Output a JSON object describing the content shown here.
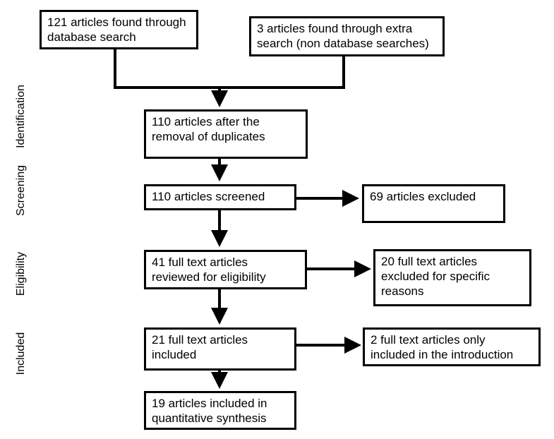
{
  "stages": {
    "identification": "Identification",
    "screening": "Screening",
    "eligibility": "Eligibility",
    "included": "Included"
  },
  "boxes": {
    "database_search": "121 articles found through\ndatabase search",
    "extra_search": "3 articles found through extra\nsearch (non database searches)",
    "after_duplicates": "110 articles after the\nremoval of duplicates",
    "screened": "110 articles screened",
    "excluded": "69 articles excluded",
    "full_text_reviewed": "41 full text articles\nreviewed for eligibility",
    "full_text_excluded": "20 full text articles\nexcluded for specific\nreasons",
    "full_text_included": "21 full text articles\nincluded",
    "intro_only": "2 full text articles only\nincluded in the introduction",
    "quantitative": "19 articles included in\nquantitative synthesis"
  }
}
